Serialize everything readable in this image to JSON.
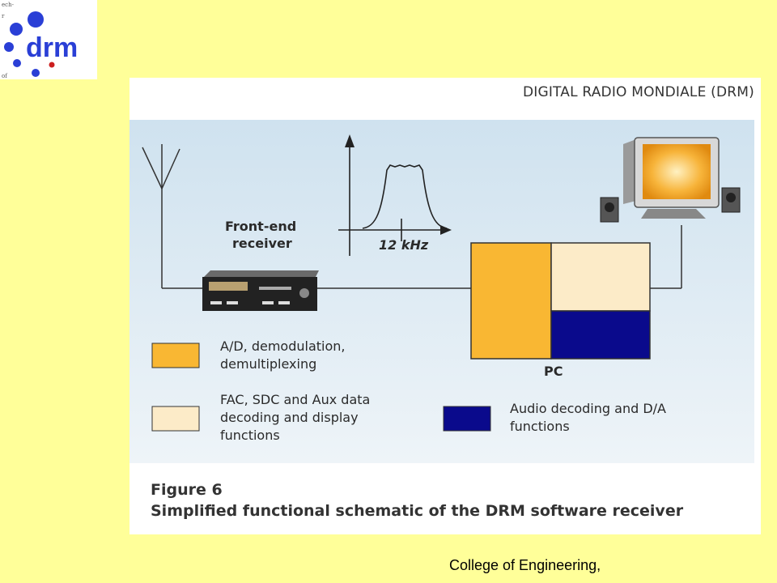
{
  "logo": {
    "text": "drm",
    "side_text": [
      "ech-",
      "r",
      "of"
    ]
  },
  "figure": {
    "header": "DIGITAL RADIO MONDIALE (DRM)",
    "frontend_label_1": "Front-end",
    "frontend_label_2": "receiver",
    "spectrum_label": "12 kHz",
    "pc_label": "PC",
    "legend": [
      {
        "lines": [
          "A/D, demodulation,",
          "demultiplexing"
        ],
        "color": "#f9b733"
      },
      {
        "lines": [
          "FAC, SDC and Aux data",
          "decoding and display",
          "functions"
        ],
        "color": "#fcebc8"
      },
      {
        "lines": [
          "Audio decoding and D/A",
          "functions"
        ],
        "color": "#0a0a8c"
      }
    ],
    "caption_title": "Figure 6",
    "caption_text": "Simplified functional schematic of the DRM software receiver"
  },
  "footer": "College of Engineering,"
}
